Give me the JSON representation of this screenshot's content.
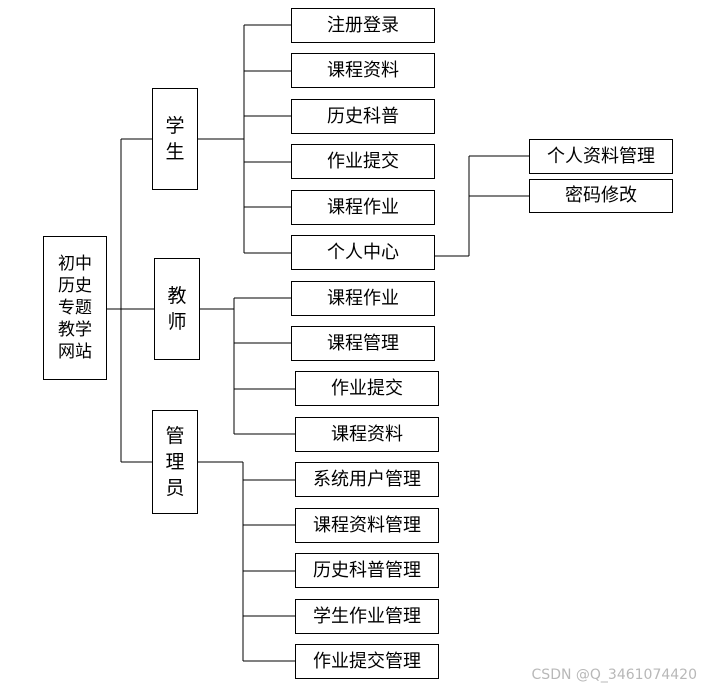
{
  "diagram": {
    "root": {
      "lines": [
        "初中",
        "历史",
        "专题",
        "教学",
        "网站"
      ]
    },
    "roles": [
      {
        "id": "student",
        "lines": [
          "学",
          "生"
        ],
        "items": [
          "注册登录",
          "课程资料",
          "历史科普",
          "作业提交",
          "课程作业",
          "个人中心"
        ]
      },
      {
        "id": "teacher",
        "lines": [
          "教",
          "师"
        ],
        "items": [
          "课程作业",
          "课程管理",
          "作业提交",
          "课程资料"
        ]
      },
      {
        "id": "admin",
        "lines": [
          "管",
          "理",
          "员"
        ],
        "items": [
          "系统用户管理",
          "课程资料管理",
          "历史科普管理",
          "学生作业管理",
          "作业提交管理"
        ]
      }
    ],
    "personal_center": {
      "items": [
        "个人资料管理",
        "密码修改"
      ]
    }
  },
  "watermark": "CSDN @Q_3461074420"
}
